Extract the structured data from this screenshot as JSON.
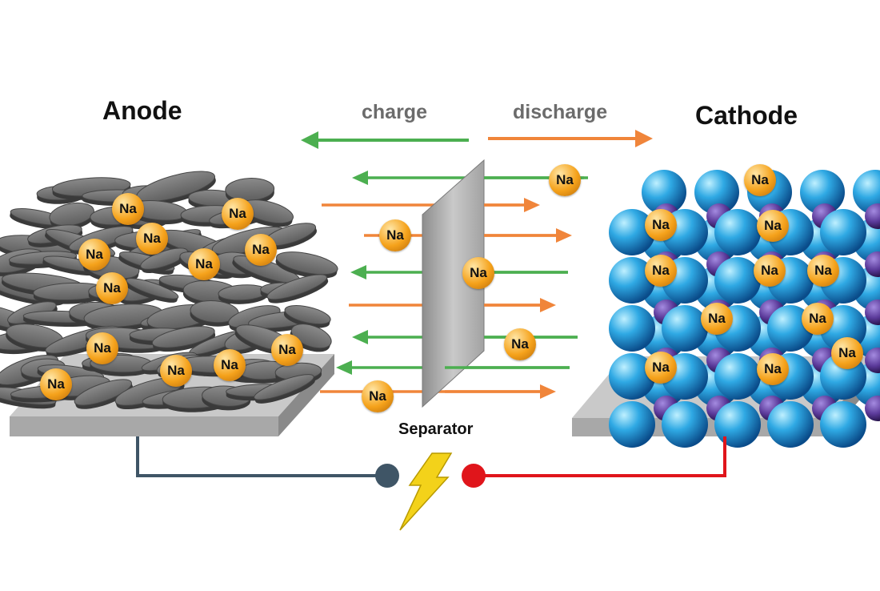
{
  "labels": {
    "anode": "Anode",
    "cathode": "Cathode",
    "charge": "charge",
    "discharge": "discharge",
    "separator": "Separator",
    "ion": "Na"
  },
  "colors": {
    "charge_arrow": "#4caf50",
    "discharge_arrow": "#f0853a",
    "ion_fill": "#f5a21b",
    "anode_flake": "#626262",
    "cathode_sphere": "#2a9fdc",
    "cathode_small_sphere": "#5b3a9a",
    "anode_wire": "#3f5566",
    "cathode_wire": "#e0151b",
    "bolt": "#f3d21a",
    "plate": "#a8a8a8"
  },
  "icons": {
    "bolt": "lightning-bolt-icon",
    "anode_terminal": "negative-terminal-icon",
    "cathode_terminal": "positive-terminal-icon"
  }
}
